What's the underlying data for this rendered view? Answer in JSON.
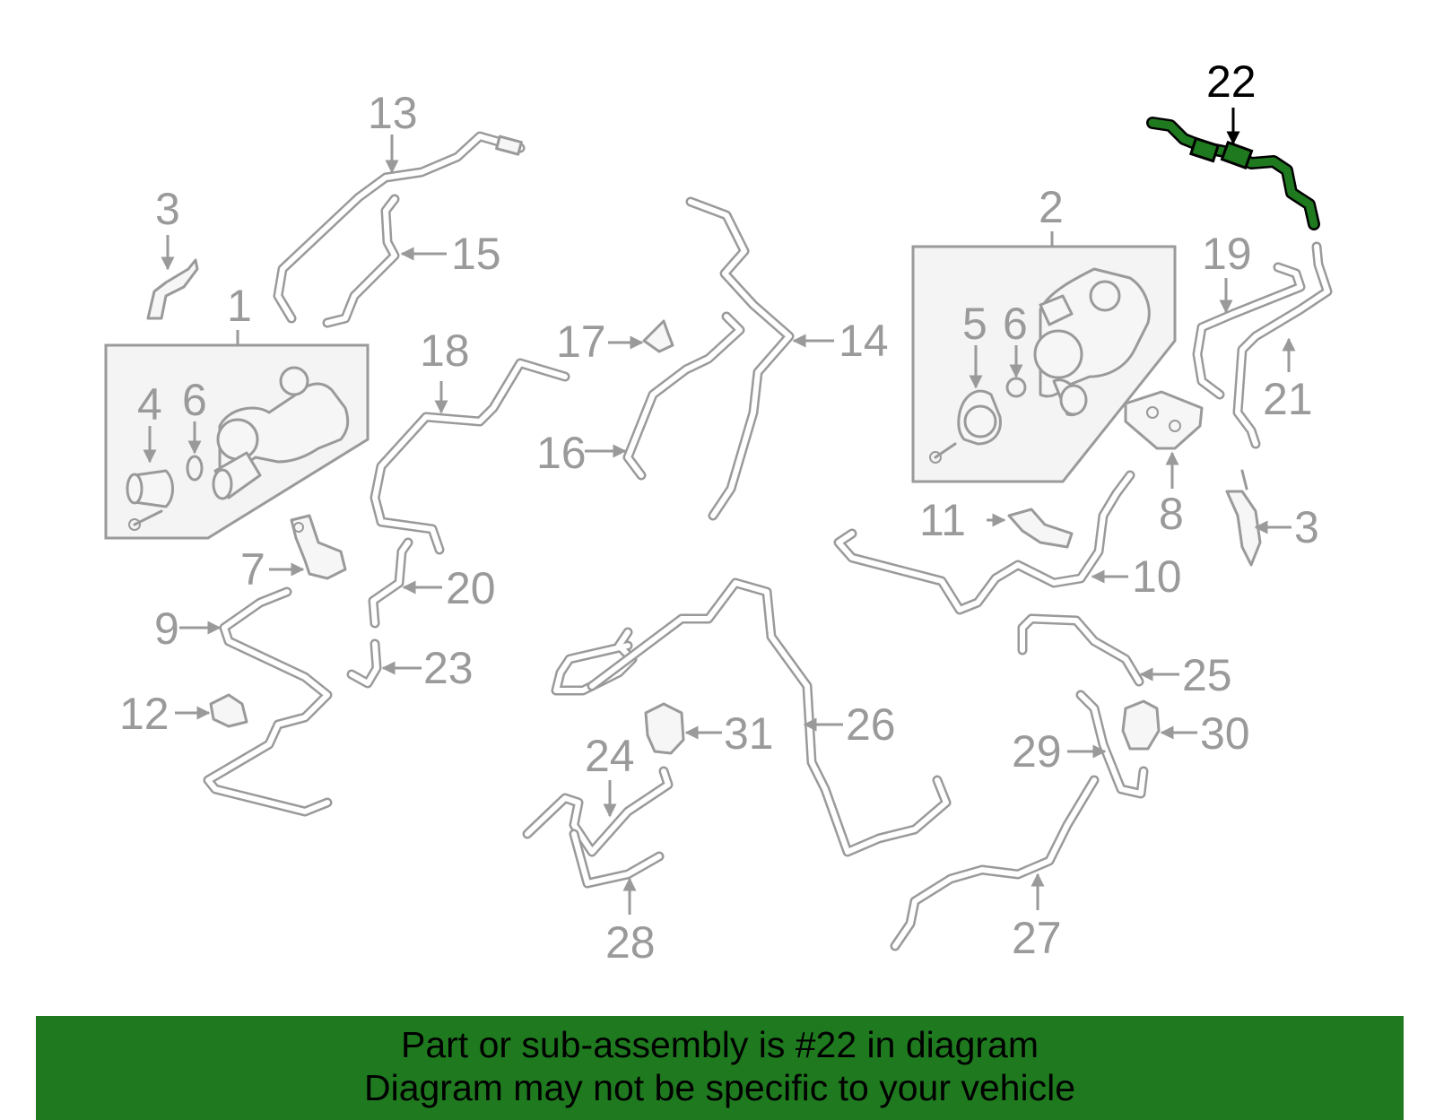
{
  "callouts": {
    "c1": "1",
    "c2": "2",
    "c3a": "3",
    "c3b": "3",
    "c4": "4",
    "c5": "5",
    "c6a": "6",
    "c6b": "6",
    "c7": "7",
    "c8": "8",
    "c9": "9",
    "c10": "10",
    "c11": "11",
    "c12": "12",
    "c13": "13",
    "c14": "14",
    "c15": "15",
    "c16": "16",
    "c17": "17",
    "c18": "18",
    "c19": "19",
    "c20": "20",
    "c21": "21",
    "c22": "22",
    "c23": "23",
    "c24": "24",
    "c25": "25",
    "c26": "26",
    "c27": "27",
    "c28": "28",
    "c29": "29",
    "c30": "30",
    "c31": "31"
  },
  "highlighted_part": "22",
  "banner": {
    "line1": "Part or sub-assembly is #22 in diagram",
    "line2": "Diagram may not be specific to your vehicle"
  },
  "colors": {
    "highlight": "#1f7a1f",
    "lines": "#9a9a9a",
    "banner_bg": "#1f7a1f",
    "box_fill": "#f4f4f4"
  }
}
